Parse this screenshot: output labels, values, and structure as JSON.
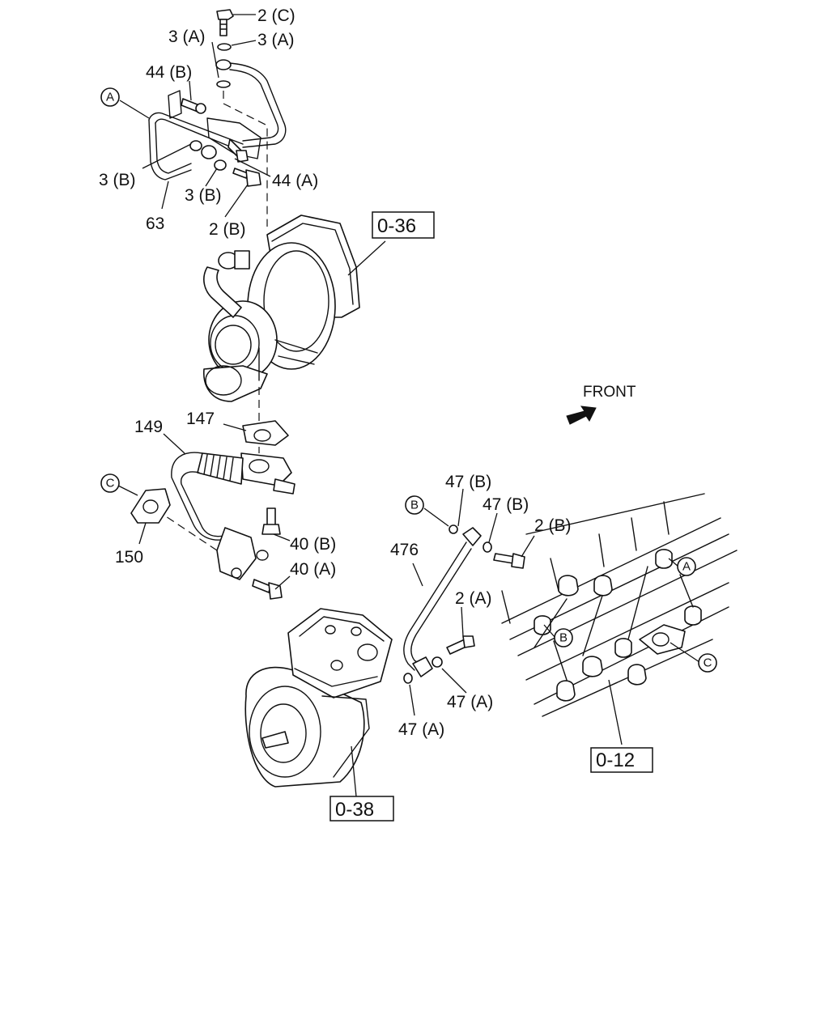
{
  "labels": {
    "bolt_2c": "2 (C)",
    "washer_3a_left": "3 (A)",
    "washer_3a_right": "3 (A)",
    "bolt_44b": "44 (B)",
    "washer_3b_left": "3 (B)",
    "washer_3b_lower": "3 (B)",
    "bolt_44a": "44 (A)",
    "pipe_63": "63",
    "bolt_2b_upper": "2 (B)",
    "gasket_147": "147",
    "pipe_149": "149",
    "gasket_150": "150",
    "bolt_40b": "40 (B)",
    "bolt_40a": "40 (A)",
    "washer_47b_left": "47 (B)",
    "washer_47b_right": "47 (B)",
    "bolt_2b_lower": "2 (B)",
    "pipe_476": "476",
    "bolt_2a": "2 (A)",
    "washer_47a_right": "47 (A)",
    "washer_47a_lower": "47 (A)"
  },
  "references": {
    "turbocharger": "0-36",
    "air_compressor": "0-38",
    "cylinder_block": "0-12"
  },
  "callouts": {
    "a": "A",
    "b": "B",
    "c": "C"
  },
  "direction": {
    "label": "FRONT"
  }
}
